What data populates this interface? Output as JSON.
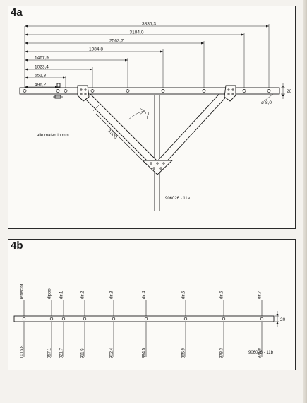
{
  "panel_a": {
    "label": "4a",
    "dimensions": [
      "3835,3",
      "3184,0",
      "2563,7",
      "1984,8",
      "1467,9",
      "1023,4",
      "651,3",
      "496,2"
    ],
    "boom_height": "20",
    "hole_diameter": "8,0",
    "strut_length": "1500",
    "note": "alle maten in mm",
    "figure_id": "906026 - 11a"
  },
  "panel_b": {
    "label": "4b",
    "elements": [
      {
        "name": "reflector",
        "length": "1016,8"
      },
      {
        "name": "dipool",
        "length": "957,1"
      },
      {
        "name": "dir.1",
        "length": "921,7"
      },
      {
        "name": "dir.2",
        "length": "911,9"
      },
      {
        "name": "dir.3",
        "length": "902,4"
      },
      {
        "name": "dir.4",
        "length": "894,5"
      },
      {
        "name": "dir.5",
        "length": "885,9"
      },
      {
        "name": "dir.6",
        "length": "878,3"
      },
      {
        "name": "dir.7",
        "length": "871,8"
      }
    ],
    "boom_height": "20",
    "figure_id": "906026 - 11b"
  }
}
